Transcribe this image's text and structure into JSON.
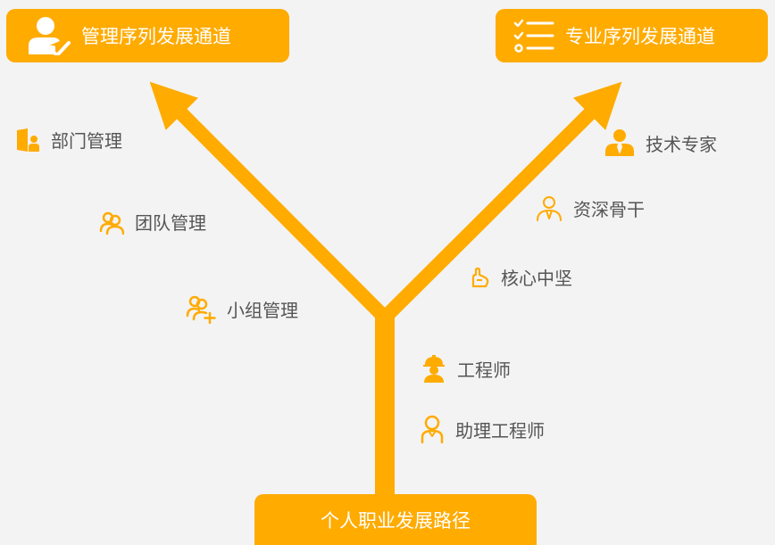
{
  "headers": {
    "management_track": "管理序列发展通道",
    "specialist_track": "专业序列发展通道"
  },
  "bottom": {
    "label": "个人职业发展路径"
  },
  "management_levels": {
    "department": "部门管理",
    "team": "团队管理",
    "group": "小组管理"
  },
  "specialist_levels": {
    "expert": "技术专家",
    "senior_backbone": "资深骨干",
    "core": "核心中坚"
  },
  "base_levels": {
    "engineer": "工程师",
    "assistant_engineer": "助理工程师"
  },
  "colors": {
    "accent": "#ffab00",
    "background": "#f3f3f3",
    "text": "#555555",
    "header_text": "#ffffff"
  },
  "icons": {
    "management_header": "user-check-icon",
    "specialist_header": "checklist-icon",
    "department": "door-person-icon",
    "team": "users-icon",
    "group": "user-add-icon",
    "expert": "person-tie-icon",
    "senior_backbone": "person-suit-icon",
    "core": "hand-icon",
    "engineer": "hardhat-worker-icon",
    "assistant_engineer": "person-outline-icon"
  }
}
